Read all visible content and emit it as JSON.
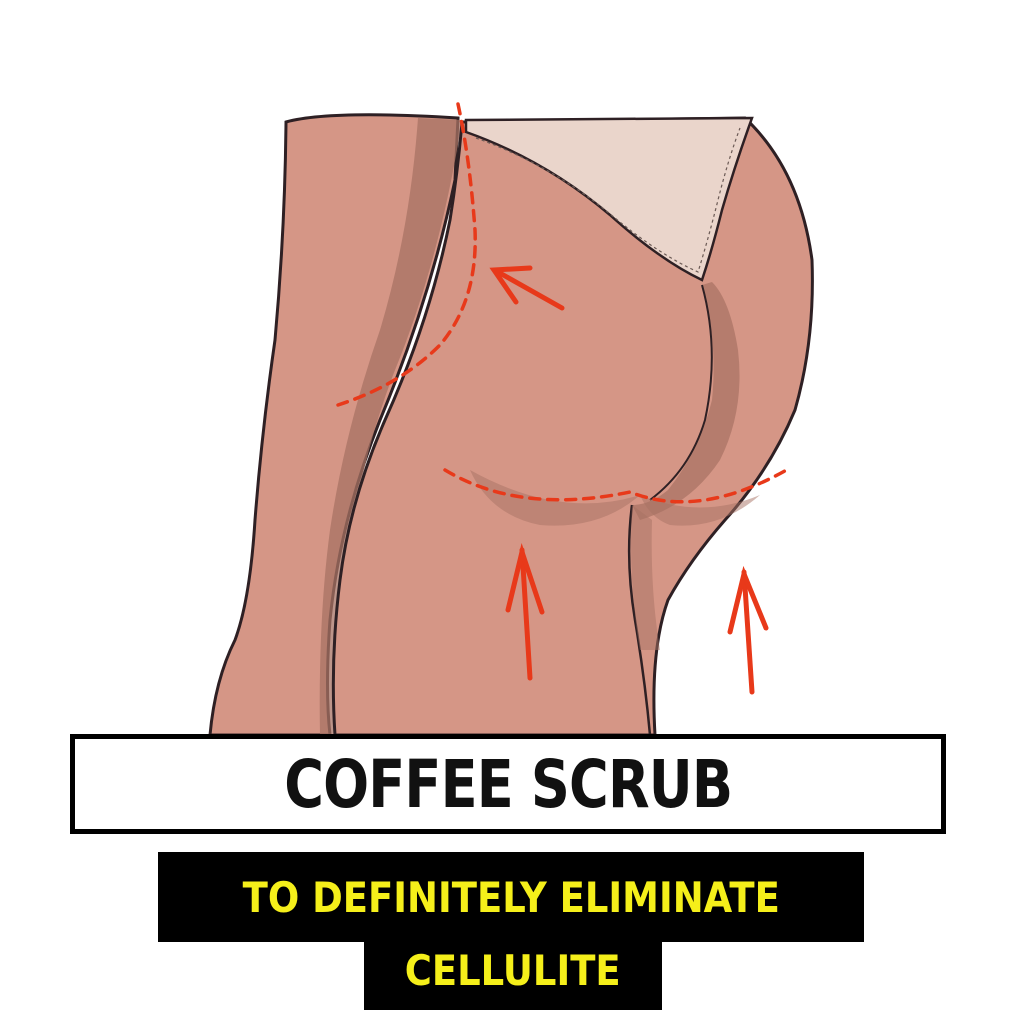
{
  "illustration": {
    "colors": {
      "skin": "#d59686",
      "skin_shadow": "#a77163",
      "outline": "#2e2024",
      "underwear": "#ead5cb",
      "annotation": "#e8391a"
    }
  },
  "title": "COFFEE SCRUB",
  "subtitle": {
    "line1": "TO DEFINITELY ELIMINATE",
    "line2": "CELLULITE"
  }
}
